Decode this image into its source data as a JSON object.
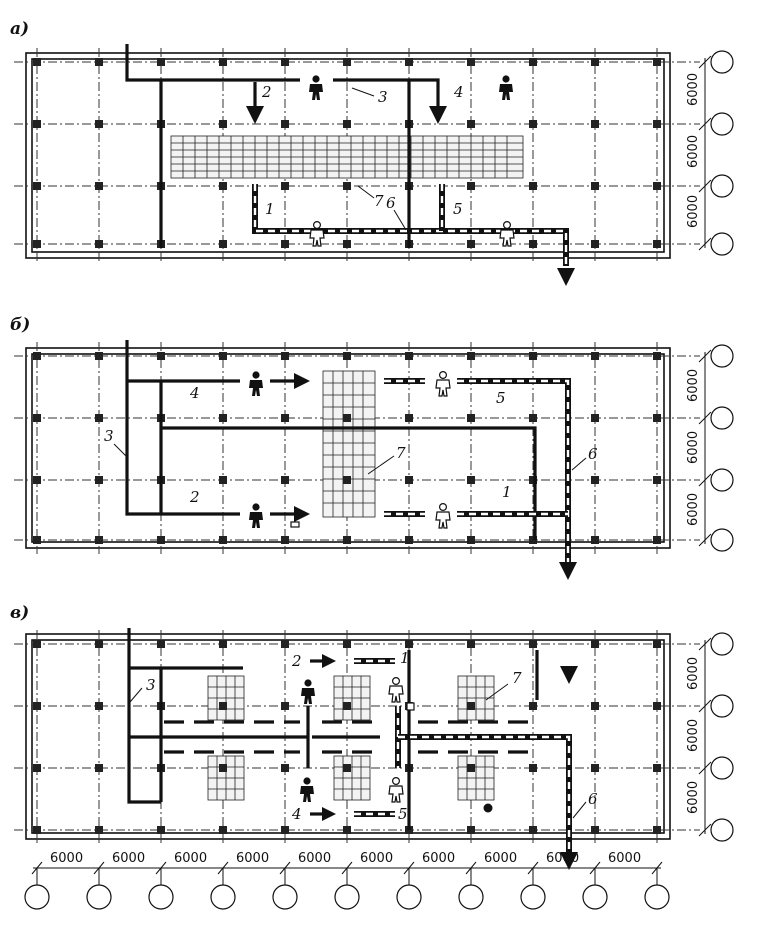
{
  "panels": [
    {
      "id": "a",
      "label": "а)",
      "dims": [
        "6000",
        "6000",
        "6000"
      ],
      "callouts": [
        "1",
        "2",
        "3",
        "4",
        "5",
        "6",
        "7"
      ]
    },
    {
      "id": "b",
      "label": "б)",
      "dims": [
        "6000",
        "6000",
        "6000"
      ],
      "callouts": [
        "1",
        "2",
        "3",
        "4",
        "5",
        "6",
        "7"
      ]
    },
    {
      "id": "v",
      "label": "в)",
      "dims": [
        "6000",
        "6000",
        "6000"
      ],
      "callouts": [
        "1",
        "2",
        "3",
        "4",
        "5",
        "6",
        "7"
      ]
    }
  ],
  "bottom_dims": [
    "6000",
    "6000",
    "6000",
    "6000",
    "6000",
    "6000",
    "6000",
    "6000",
    "6000",
    "6000"
  ],
  "icons": {
    "dirty_worker": "worker-dark-icon",
    "clean_worker": "worker-light-icon",
    "flow_arrow": "flow-arrow-icon"
  }
}
